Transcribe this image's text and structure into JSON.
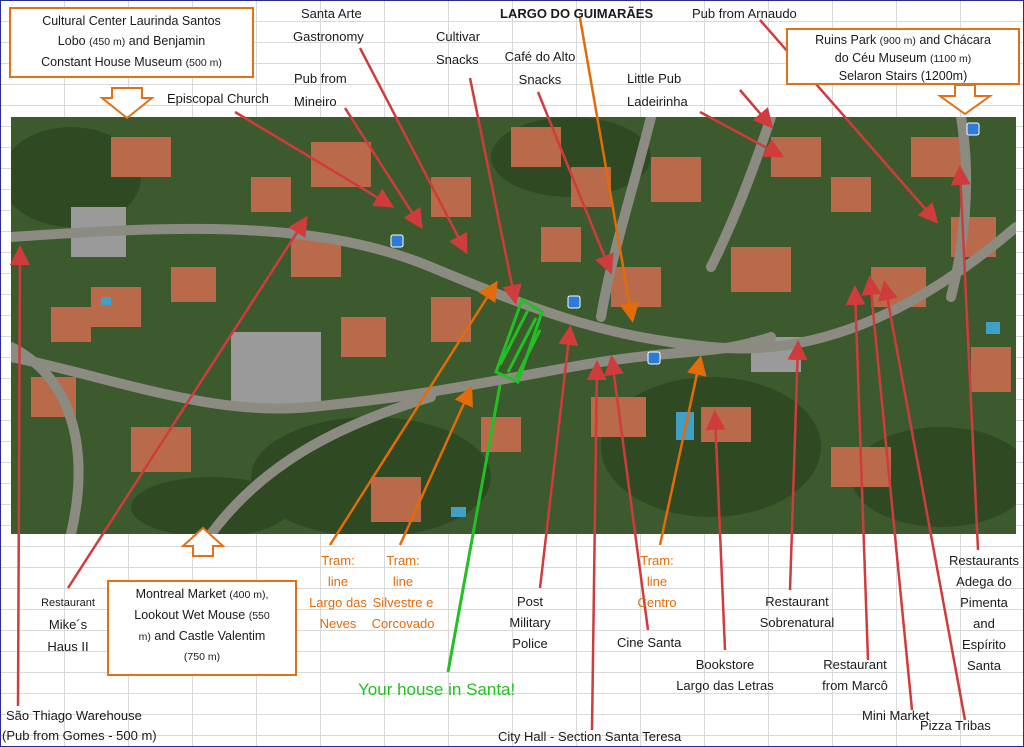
{
  "map": {
    "title": "LARGO DO GUIMARÃES",
    "colors": {
      "pointer": "#d03b3b",
      "tram": "#e26b0a",
      "house": "#22c022",
      "box_border": "#e0701a"
    }
  },
  "boxes": {
    "top_left": {
      "line1": "Cultural Center Laurinda Santos",
      "line2a": "Lobo ",
      "line2b": "(450 m)",
      "line2c": " and Benjamin",
      "line3a": "Constant  House Museum ",
      "line3b": "(500 m)"
    },
    "top_right": {
      "line1a": "Ruins Park ",
      "line1b": "(900 m)",
      "line1c": " and  Chácara",
      "line2a": "do Céu Museum ",
      "line2b": "(1100 m)",
      "line3": "Selaron Stairs (1200m)"
    },
    "bottom_center": {
      "line1a": "Montreal Market ",
      "line1b": "(400 m),",
      "line2a": "Lookout  Wet Mouse ",
      "line2b": "(550",
      "line3a": "m)",
      "line3b": " and Castle Valentim",
      "line4": "(750 m)"
    }
  },
  "labels": {
    "santa_arte": [
      "Santa Arte",
      "Gastronomy"
    ],
    "pub_mineiro": [
      "Pub from",
      "Mineiro"
    ],
    "episcopal": "Episcopal Church",
    "cultivar": [
      "Cultivar",
      "Snacks"
    ],
    "cafe_alto": [
      "Café do Alto",
      "Snacks"
    ],
    "pub_arnaudo": "Pub from Arnaudo",
    "little_pub": [
      "Little Pub",
      "Ladeirinha"
    ],
    "mikes": [
      "Restaurant",
      "Mike´s",
      "Haus II"
    ],
    "sao_thiago": [
      "São Thiago Warehouse",
      "(Pub from Gomes - 500 m)"
    ],
    "tram_neves": [
      "Tram:",
      "line",
      "Largo das",
      "Neves"
    ],
    "tram_silvestre": [
      "Tram:",
      "line",
      "Silvestre e",
      "Corcovado"
    ],
    "post_police": [
      "Post",
      "Military",
      "Police"
    ],
    "your_house": "Your house in Santa!",
    "city_hall": "City Hall - Section Santa Teresa",
    "cine_santa": "Cine Santa",
    "tram_centro": [
      "Tram:",
      "line",
      "Centro"
    ],
    "bookstore": [
      "Bookstore",
      "Largo das Letras"
    ],
    "sobrenatural": [
      "Restaurant",
      "Sobrenatural"
    ],
    "marco": [
      "Restaurant",
      "from Marcô"
    ],
    "mini_market": "Mini Market",
    "pizza_tribas": "Pizza Tribas",
    "adega": [
      "Restaurants",
      "Adega do",
      "Pimenta",
      "and",
      "Espírito",
      "Santa"
    ]
  }
}
